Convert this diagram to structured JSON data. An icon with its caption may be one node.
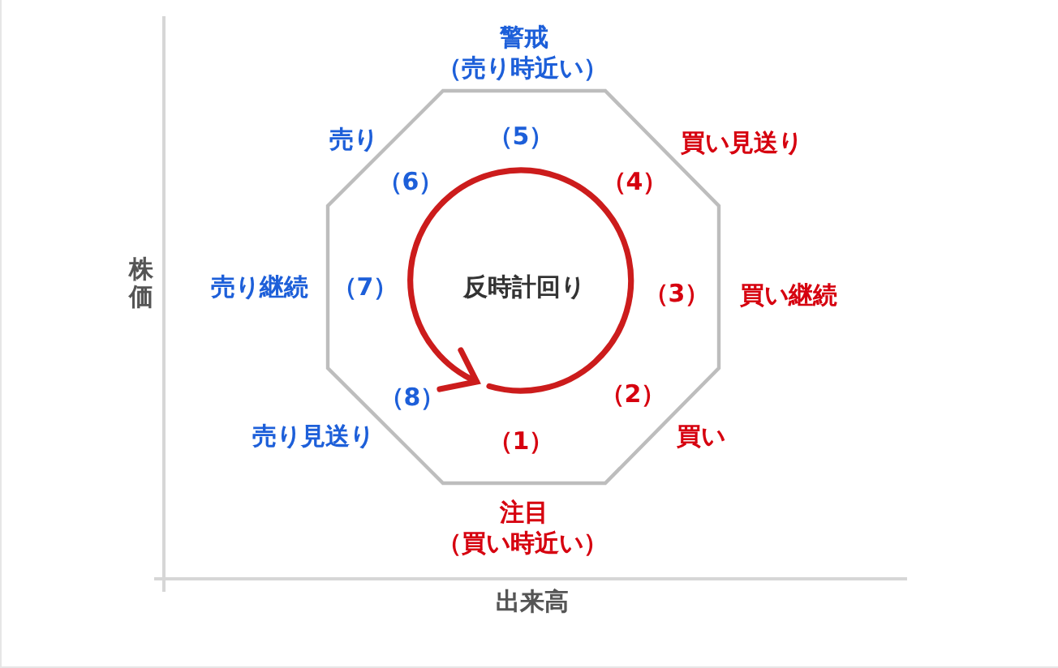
{
  "diagram": {
    "nodes": [
      {
        "text": [
          "（5）",
          "（6）",
          "（4）",
          "（7）",
          "反時計回り",
          "（3）",
          "（8）",
          "（2）",
          "（1）"
        ]
      }
    ],
    "labels": [
      "警戒",
      "（売り時近い）",
      "売り",
      "買い見送り",
      "株価",
      "売り継続",
      "買い継続",
      "売り見送り",
      "買い",
      "注目",
      "（買い時近い）",
      "出来高"
    ]
  }
}
